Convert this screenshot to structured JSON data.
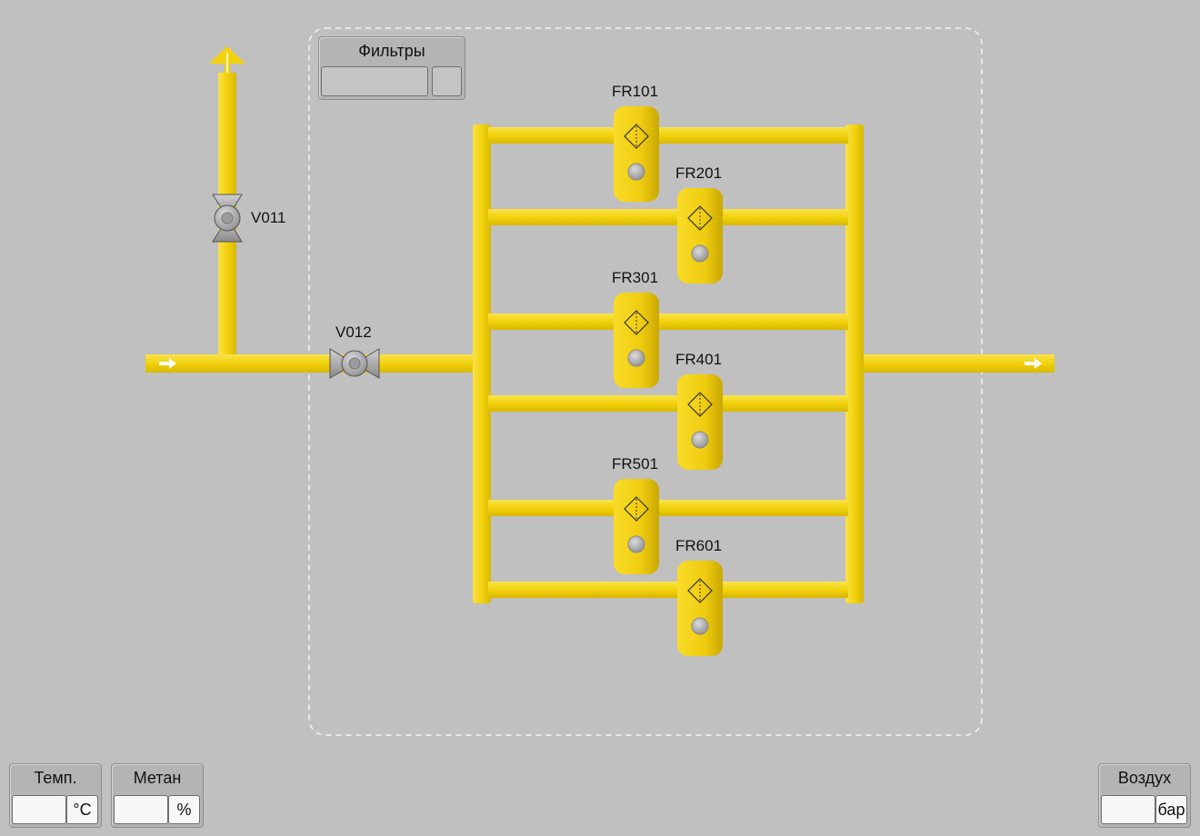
{
  "colors": {
    "background": "#c0c0c0",
    "pipe": "#f2d20c",
    "vessel": "#f0cc10",
    "valve": "#a9a9a9",
    "indicator": "#b5b5b5"
  },
  "filters_panel": {
    "title": "Фильтры",
    "value": "",
    "unit": ""
  },
  "valves": [
    {
      "tag": "V011",
      "icon": "valve-vertical-icon"
    },
    {
      "tag": "V012",
      "icon": "valve-horizontal-icon"
    }
  ],
  "filters": [
    {
      "tag": "FR101",
      "icon": "filter-diamond-icon"
    },
    {
      "tag": "FR201",
      "icon": "filter-diamond-icon"
    },
    {
      "tag": "FR301",
      "icon": "filter-diamond-icon"
    },
    {
      "tag": "FR401",
      "icon": "filter-diamond-icon"
    },
    {
      "tag": "FR501",
      "icon": "filter-diamond-icon"
    },
    {
      "tag": "FR601",
      "icon": "filter-diamond-icon"
    }
  ],
  "flow_arrows": [
    "flow-arrow-inlet-icon",
    "flow-arrow-outlet-icon",
    "vent-arrow-up-icon"
  ],
  "sensors": {
    "temp": {
      "title": "Темп.",
      "value": "",
      "unit": "°C"
    },
    "methane": {
      "title": "Метан",
      "value": "",
      "unit": "%"
    },
    "air": {
      "title": "Воздух",
      "value": "",
      "unit": "бар"
    }
  }
}
